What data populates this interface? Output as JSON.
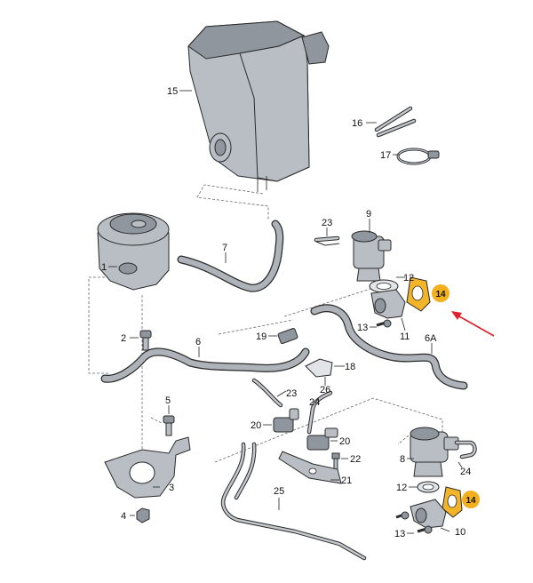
{
  "callouts": [
    {
      "id": "c15",
      "text": "15"
    },
    {
      "id": "c16",
      "text": "16"
    },
    {
      "id": "c17",
      "text": "17"
    },
    {
      "id": "c23a",
      "text": "23"
    },
    {
      "id": "c9",
      "text": "9"
    },
    {
      "id": "c7",
      "text": "7"
    },
    {
      "id": "c1",
      "text": "1"
    },
    {
      "id": "c12a",
      "text": "12"
    },
    {
      "id": "c13a",
      "text": "13"
    },
    {
      "id": "c11",
      "text": "11"
    },
    {
      "id": "c6a",
      "text": "6A"
    },
    {
      "id": "c2",
      "text": "2"
    },
    {
      "id": "c6",
      "text": "6"
    },
    {
      "id": "c19",
      "text": "19"
    },
    {
      "id": "c18",
      "text": "18"
    },
    {
      "id": "c26",
      "text": "26"
    },
    {
      "id": "c23b",
      "text": "23"
    },
    {
      "id": "c5",
      "text": "5"
    },
    {
      "id": "c20a",
      "text": "20"
    },
    {
      "id": "c24a",
      "text": "24"
    },
    {
      "id": "c20b",
      "text": "20"
    },
    {
      "id": "c22",
      "text": "22"
    },
    {
      "id": "c21",
      "text": "21"
    },
    {
      "id": "c3",
      "text": "3"
    },
    {
      "id": "c8",
      "text": "8"
    },
    {
      "id": "c24b",
      "text": "24"
    },
    {
      "id": "c25",
      "text": "25"
    },
    {
      "id": "c12b",
      "text": "12"
    },
    {
      "id": "c4",
      "text": "4"
    },
    {
      "id": "c13b",
      "text": "13"
    },
    {
      "id": "c10",
      "text": "10"
    }
  ],
  "highlighted": [
    {
      "id": "h14a",
      "text": "14"
    },
    {
      "id": "h14b",
      "text": "14"
    }
  ],
  "colors": {
    "highlight": "#f2b01e",
    "pointer_arrow": "#e0202a"
  }
}
